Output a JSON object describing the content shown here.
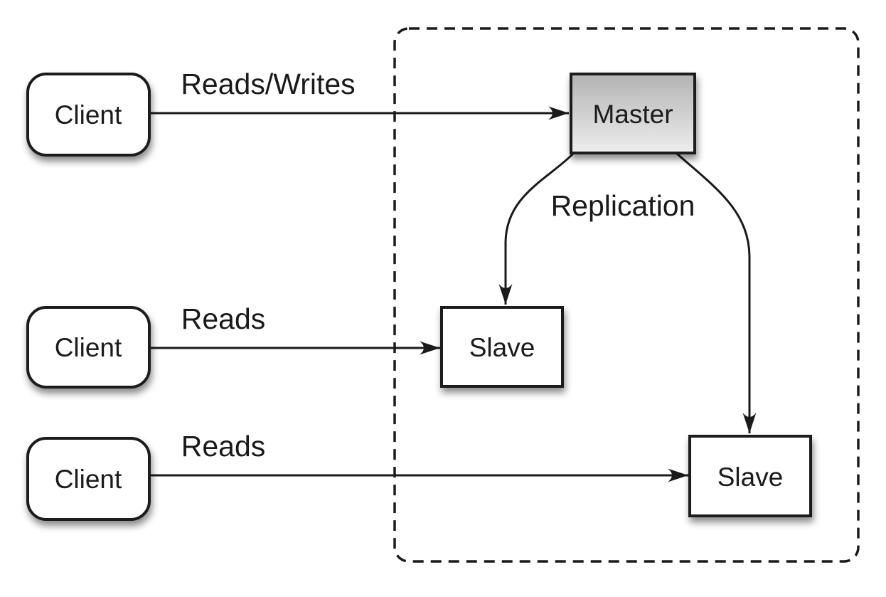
{
  "diagram": {
    "cluster": {
      "name": "replication-boundary",
      "style": "dashed"
    },
    "nodes": [
      {
        "id": "client-1",
        "label": "Client",
        "shape": "rounded-rect"
      },
      {
        "id": "client-2",
        "label": "Client",
        "shape": "rounded-rect"
      },
      {
        "id": "client-3",
        "label": "Client",
        "shape": "rounded-rect"
      },
      {
        "id": "master",
        "label": "Master",
        "shape": "rect"
      },
      {
        "id": "slave-1",
        "label": "Slave",
        "shape": "rect"
      },
      {
        "id": "slave-2",
        "label": "Slave",
        "shape": "rect"
      }
    ],
    "edges": [
      {
        "from": "client-1",
        "to": "master",
        "label": "Reads/Writes"
      },
      {
        "from": "client-2",
        "to": "slave-1",
        "label": "Reads"
      },
      {
        "from": "client-3",
        "to": "slave-2",
        "label": "Reads"
      },
      {
        "from": "master",
        "to": "slave-1",
        "label": "Replication"
      },
      {
        "from": "master",
        "to": "slave-2",
        "label": ""
      }
    ],
    "colors": {
      "stroke": "#1a1a1a",
      "node_fill": "#ffffff",
      "master_gradient_top": "#b3b3b3",
      "master_gradient_bottom": "#eeeeee",
      "background": "#ffffff"
    }
  }
}
